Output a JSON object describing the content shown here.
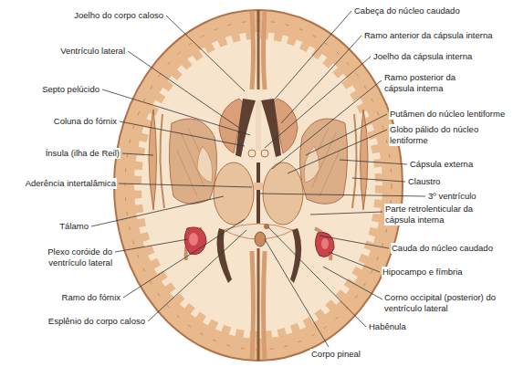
{
  "diagram": {
    "labels": [
      "Joelho do corpo caloso",
      "Ventrículo lateral",
      "Septo pelúcido",
      "Coluna do fórnix",
      "Ínsula (ilha de Reil)",
      "Aderência intertalâmica",
      "Tálamo",
      "Plexo coróide do ventrículo lateral",
      "Ramo do fórnix",
      "Esplênio do corpo caloso",
      "Cabeça do núcleo caudado",
      "Ramo anterior da cápsula interna",
      "Joelho da cápsula interna",
      "Ramo posterior da cápsula interna",
      "Putâmen do núcleo lentiforme",
      "Globo pálido do núcleo lentiforme",
      "Cápsula externa",
      "Claustro",
      "3º ventrículo",
      "Parte retrolenticular da cápsula interna",
      "Cauda do núcleo caudado",
      "Hipocampo e fímbria",
      "Corno occipital (posterior) do ventrículo lateral",
      "Habênula",
      "Corpo pineal"
    ]
  }
}
